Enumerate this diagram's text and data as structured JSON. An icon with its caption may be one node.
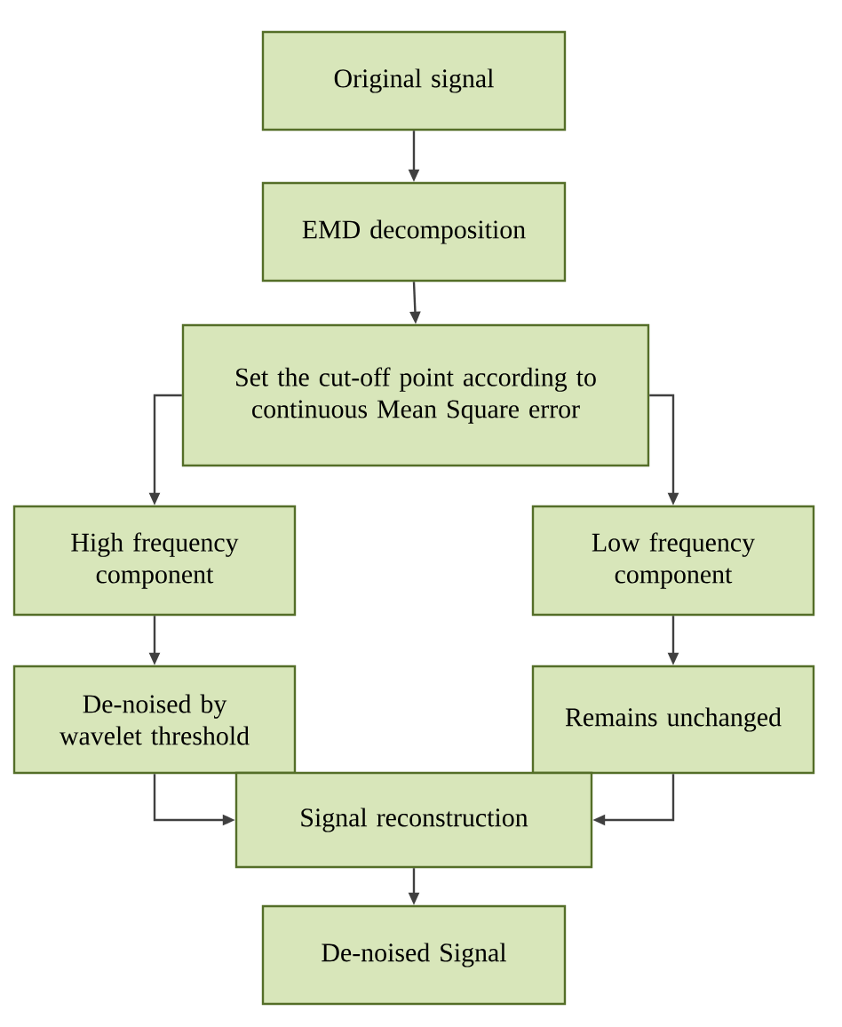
{
  "diagram": {
    "nodes": [
      {
        "text": [
          "Original signal"
        ]
      },
      {
        "text": [
          "EMD decomposition"
        ]
      },
      {
        "text": [
          "Set the cut-off point according to continuous Mean Square error"
        ]
      },
      {
        "text": [
          "High frequency component"
        ]
      },
      {
        "text": [
          "Low frequency component"
        ]
      },
      {
        "text": [
          "De-noised by wavelet threshold"
        ]
      },
      {
        "text": [
          "Remains unchanged"
        ]
      },
      {
        "text": [
          "Signal reconstruction"
        ]
      },
      {
        "text": [
          "De-noised Signal"
        ]
      }
    ],
    "edges": [
      {
        "from": 0,
        "to": 1,
        "arrow": "to"
      },
      {
        "from": 1,
        "to": 2,
        "arrow": "to"
      },
      {
        "from": 2,
        "to": 3,
        "arrow": "to"
      },
      {
        "from": 2,
        "to": 4,
        "arrow": "to"
      },
      {
        "from": 3,
        "to": 5,
        "arrow": "to"
      },
      {
        "from": 4,
        "to": 6,
        "arrow": "to"
      },
      {
        "from": 5,
        "to": 7,
        "arrow": "to"
      },
      {
        "from": 6,
        "to": 7,
        "arrow": "to"
      },
      {
        "from": 7,
        "to": 8,
        "arrow": "to"
      }
    ]
  }
}
